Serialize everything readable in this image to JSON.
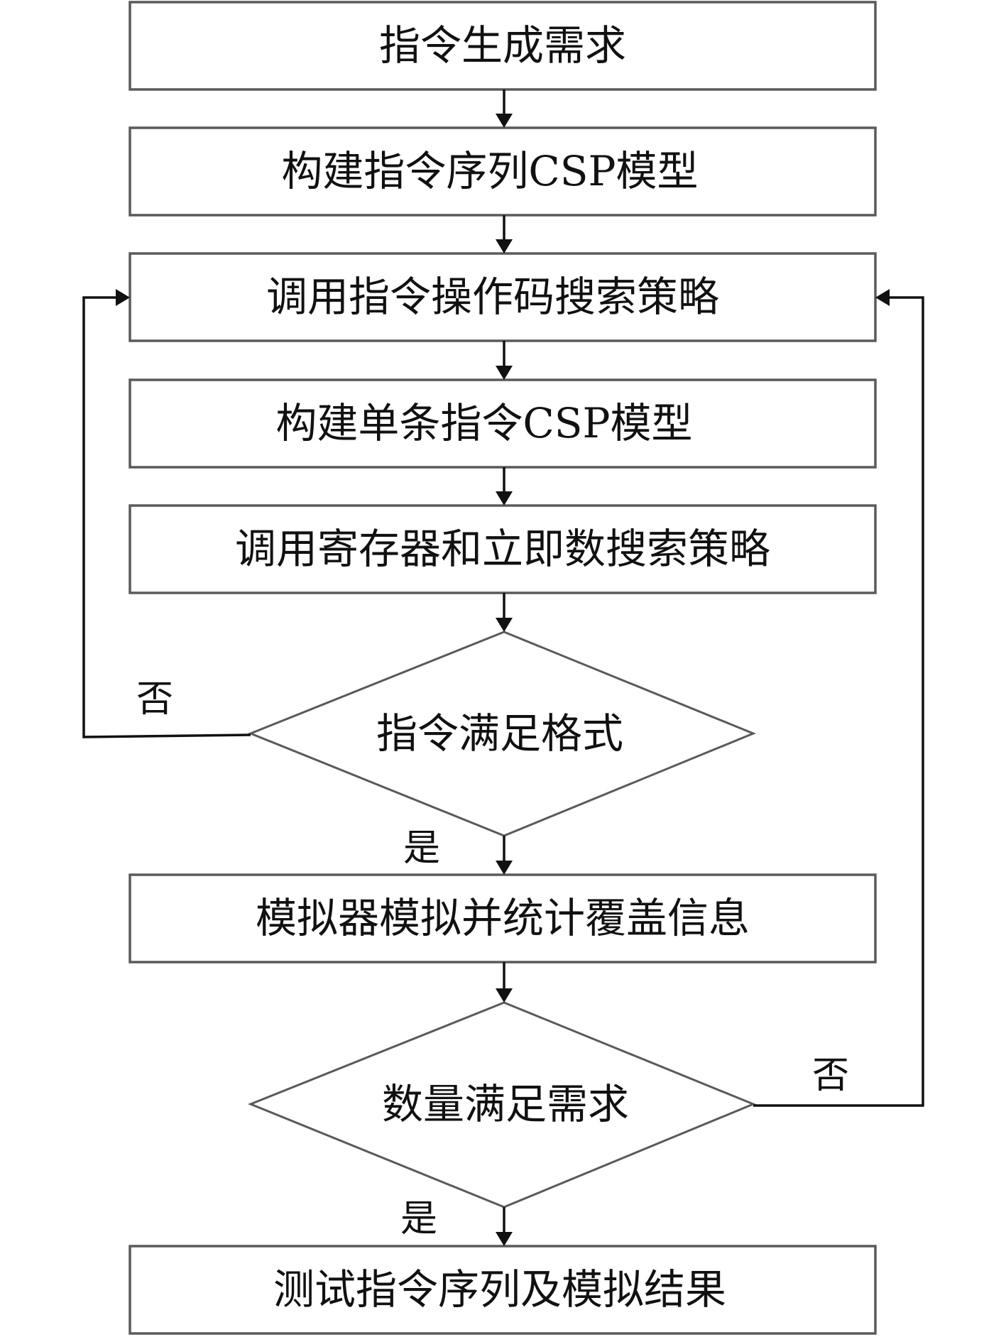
{
  "steps": {
    "s1": "指令生成需求",
    "s2": "构建指令序列CSP模型",
    "s3": "调用指令操作码搜索策略",
    "s4": "构建单条指令CSP模型",
    "s5": "调用寄存器和立即数搜索策略",
    "s6": "模拟器模拟并统计覆盖信息",
    "s7": "测试指令序列及模拟结果"
  },
  "decisions": {
    "d1": "指令满足格式",
    "d2": "数量满足需求"
  },
  "branch_labels": {
    "d1_no": "否",
    "d1_yes": "是",
    "d2_no": "否",
    "d2_yes": "是"
  }
}
